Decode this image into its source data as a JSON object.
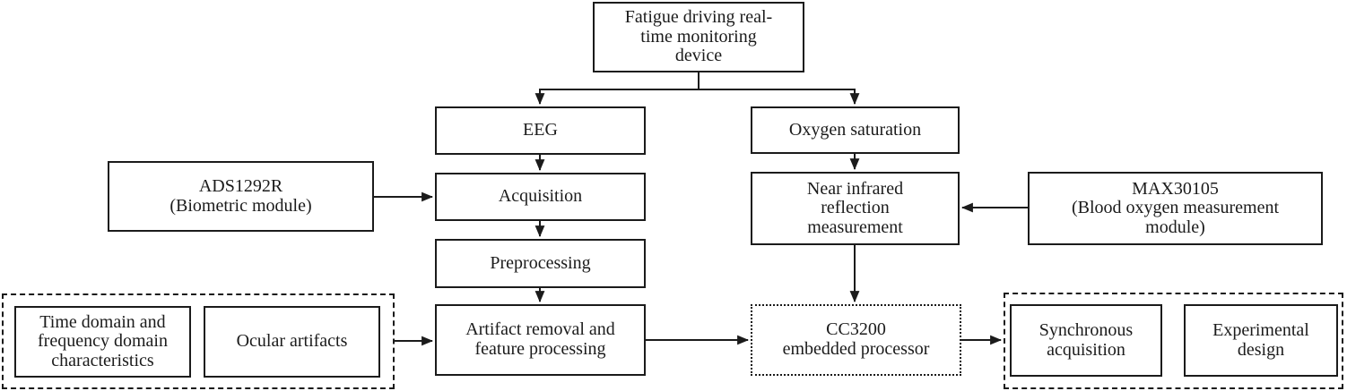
{
  "figure": {
    "type": "flowchart",
    "background": "#ffffff",
    "line_color": "#1b1b1b",
    "text_color": "#1b1b1b",
    "nodes": {
      "root": {
        "label": "Fatigue driving real-\ntime monitoring\ndevice",
        "border": "solid"
      },
      "eeg": {
        "label": "EEG",
        "border": "solid"
      },
      "oxygen_saturation": {
        "label": "Oxygen saturation",
        "border": "solid"
      },
      "ads1292r": {
        "label": "ADS1292R\n(Biometric module)",
        "border": "solid"
      },
      "acquisition": {
        "label": "Acquisition",
        "border": "solid"
      },
      "near_infrared": {
        "label": "Near infrared\nreflection\nmeasurement",
        "border": "solid"
      },
      "max30105": {
        "label": "MAX30105\n(Blood oxygen measurement\nmodule)",
        "border": "solid"
      },
      "preprocessing": {
        "label": "Preprocessing",
        "border": "solid"
      },
      "time_frequency": {
        "label": "Time domain and\nfrequency domain\ncharacteristics",
        "border": "solid"
      },
      "ocular_artifacts": {
        "label": "Ocular artifacts",
        "border": "solid"
      },
      "artifact_removal": {
        "label": "Artifact removal and\nfeature processing",
        "border": "solid"
      },
      "cc3200": {
        "label": "CC3200\nembedded processor",
        "border": "dotted"
      },
      "synchronous_acquisition": {
        "label": "Synchronous\nacquisition",
        "border": "solid"
      },
      "experimental_design": {
        "label": "Experimental\ndesign",
        "border": "solid"
      }
    },
    "groups": {
      "eeg_feature_group": {
        "members": [
          "time_frequency",
          "ocular_artifacts"
        ],
        "border": "dashed"
      },
      "experiment_group": {
        "members": [
          "synchronous_acquisition",
          "experimental_design"
        ],
        "border": "dashed"
      }
    },
    "edges": [
      {
        "from": "root",
        "to": "eeg"
      },
      {
        "from": "root",
        "to": "oxygen_saturation"
      },
      {
        "from": "eeg",
        "to": "acquisition"
      },
      {
        "from": "ads1292r",
        "to": "acquisition"
      },
      {
        "from": "acquisition",
        "to": "preprocessing"
      },
      {
        "from": "preprocessing",
        "to": "artifact_removal"
      },
      {
        "from": "eeg_feature_group",
        "to": "artifact_removal"
      },
      {
        "from": "oxygen_saturation",
        "to": "near_infrared"
      },
      {
        "from": "max30105",
        "to": "near_infrared"
      },
      {
        "from": "near_infrared",
        "to": "cc3200"
      },
      {
        "from": "artifact_removal",
        "to": "cc3200"
      },
      {
        "from": "cc3200",
        "to": "experiment_group"
      }
    ]
  }
}
